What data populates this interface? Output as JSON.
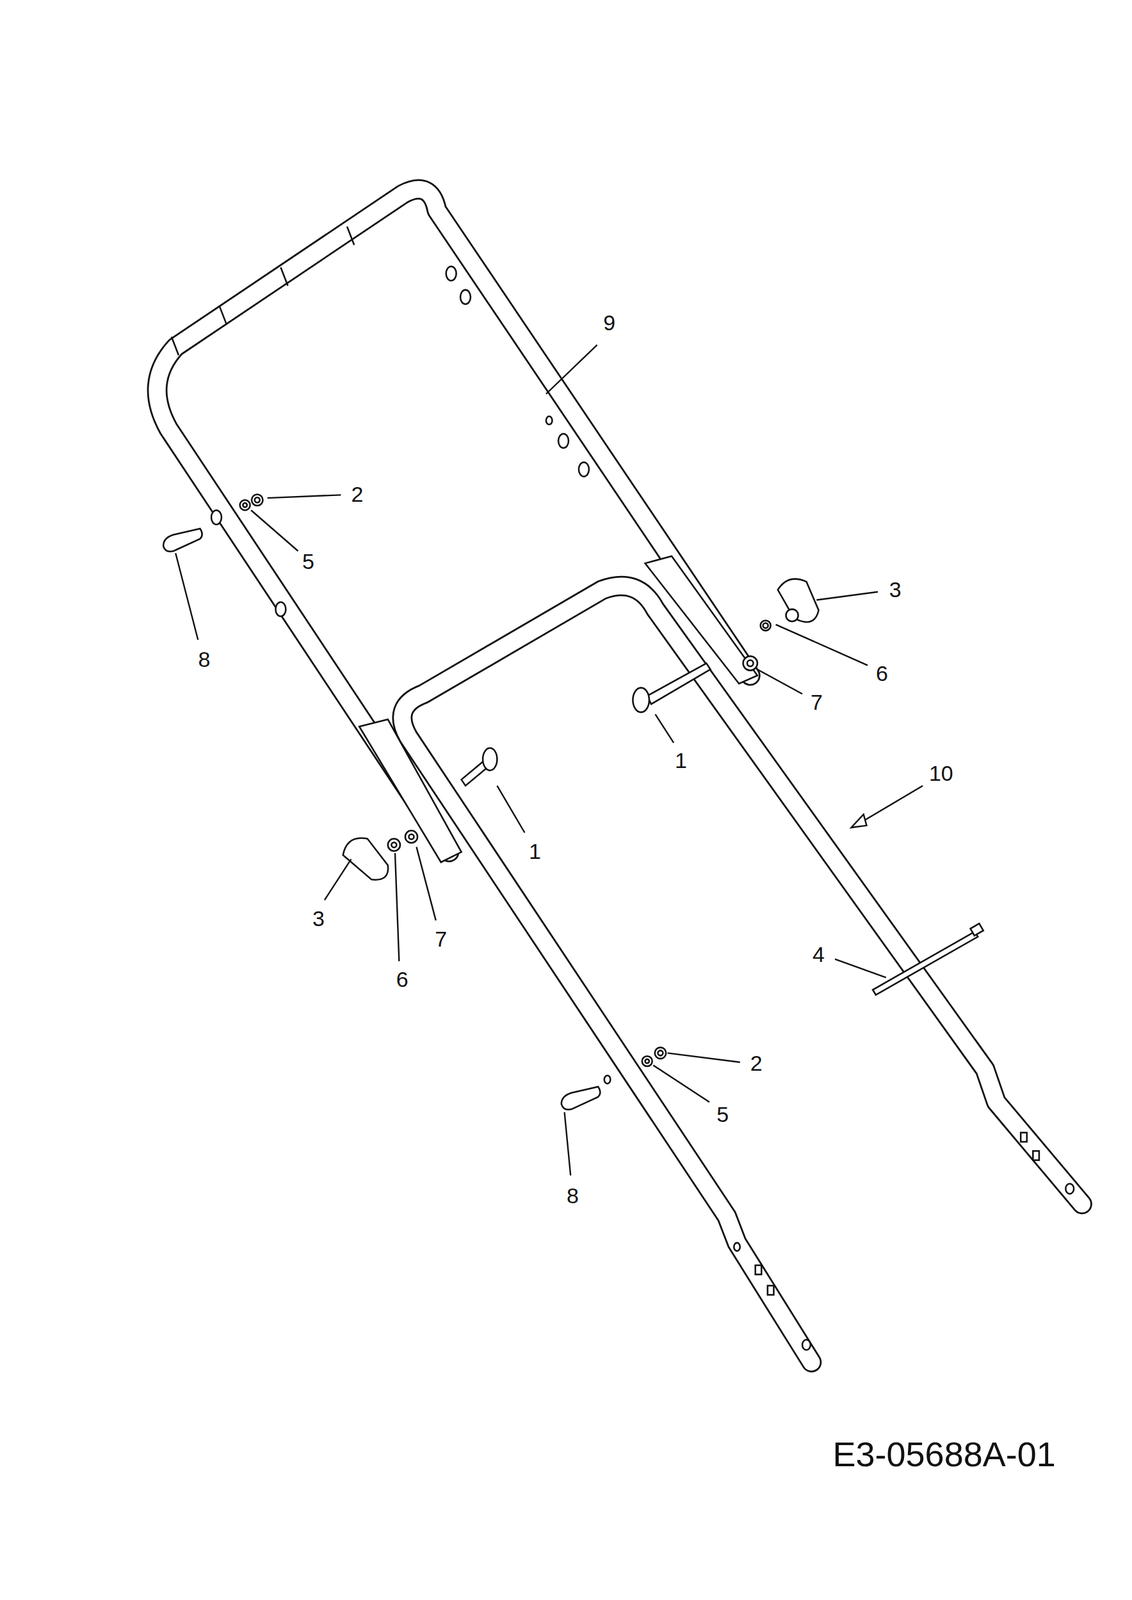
{
  "diagram": {
    "labels": [
      "9",
      "2",
      "3",
      "5",
      "8",
      "6",
      "7",
      "1",
      "10",
      "1",
      "3",
      "7",
      "6",
      "4",
      "2",
      "5",
      "8",
      "E3-05688A-01"
    ]
  }
}
